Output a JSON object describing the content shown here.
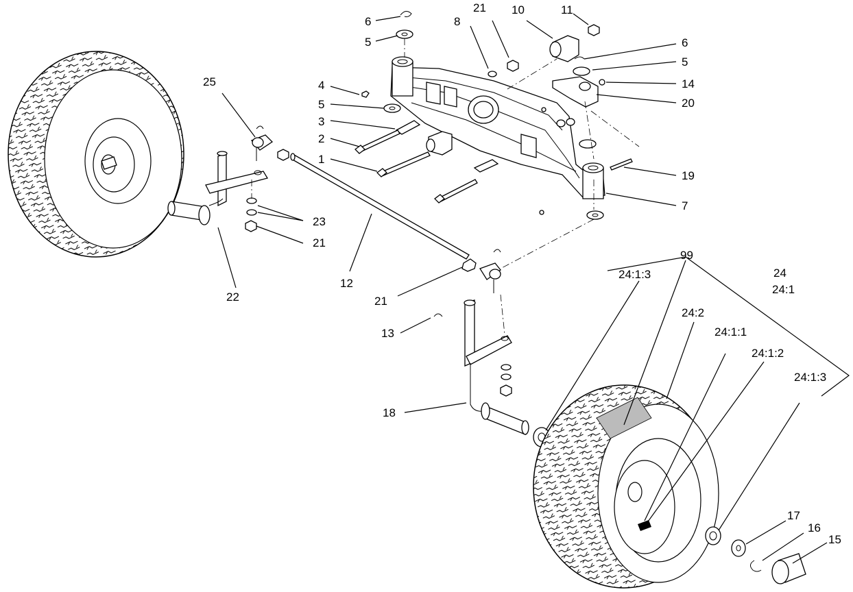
{
  "callouts": {
    "c1": "1",
    "c2": "2",
    "c3": "3",
    "c4": "4",
    "c5a": "5",
    "c5b": "5",
    "c5c": "5",
    "c6a": "6",
    "c6b": "6",
    "c7": "7",
    "c8": "8",
    "c10": "10",
    "c11": "11",
    "c12": "12",
    "c13": "13",
    "c14": "14",
    "c15": "15",
    "c16": "16",
    "c17": "17",
    "c18": "18",
    "c19": "19",
    "c20": "20",
    "c21a": "21",
    "c21b": "21",
    "c21c": "21",
    "c22": "22",
    "c23": "23",
    "c24": "24",
    "c24_1": "24:1",
    "c24_1_1": "24:1:1",
    "c24_1_2": "24:1:2",
    "c24_1_3a": "24:1:3",
    "c24_1_3b": "24:1:3",
    "c24_2": "24:2",
    "c25": "25",
    "c99": "99"
  }
}
